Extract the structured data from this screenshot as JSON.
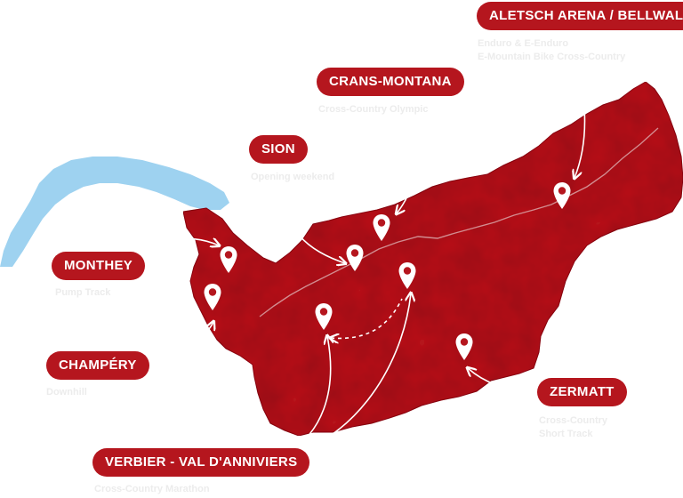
{
  "colors": {
    "region": "#b5161e",
    "region_dark": "#8f0f17",
    "lake": "#9ed2f0",
    "label_bg": "#b5161e",
    "label_text": "#ffffff",
    "subtitle_text": "#ececec",
    "arrow": "#ffffff"
  },
  "locations": [
    {
      "id": "aletsch",
      "name": "ALETSCH ARENA / BELLWALD",
      "subtitle": [
        "Enduro & E-Enduro",
        "E-Mountain Bike Cross-Country"
      ]
    },
    {
      "id": "crans",
      "name": "CRANS-MONTANA",
      "subtitle": [
        "Cross-Country Olympic"
      ]
    },
    {
      "id": "sion",
      "name": "SION",
      "subtitle": [
        "Opening weekend"
      ]
    },
    {
      "id": "monthey",
      "name": "MONTHEY",
      "subtitle": [
        "Pump Track"
      ]
    },
    {
      "id": "champery",
      "name": "CHAMPÉRY",
      "subtitle": [
        "Downhill"
      ]
    },
    {
      "id": "verbier",
      "name": "VERBIER - VAL D'ANNIVIERS",
      "subtitle": [
        "Cross-Country Marathon"
      ]
    },
    {
      "id": "zermatt",
      "name": "ZERMATT",
      "subtitle": [
        "Cross-Country",
        "Short Track"
      ]
    }
  ],
  "markers": [
    {
      "name": "aletsch-marker-icon"
    },
    {
      "name": "crans-marker-icon"
    },
    {
      "name": "sion-marker-icon"
    },
    {
      "name": "monthey-marker-icon"
    },
    {
      "name": "champery-marker-icon"
    },
    {
      "name": "verbier-marker-icon"
    },
    {
      "name": "anniviers-marker-icon"
    },
    {
      "name": "zermatt-marker-icon"
    }
  ]
}
